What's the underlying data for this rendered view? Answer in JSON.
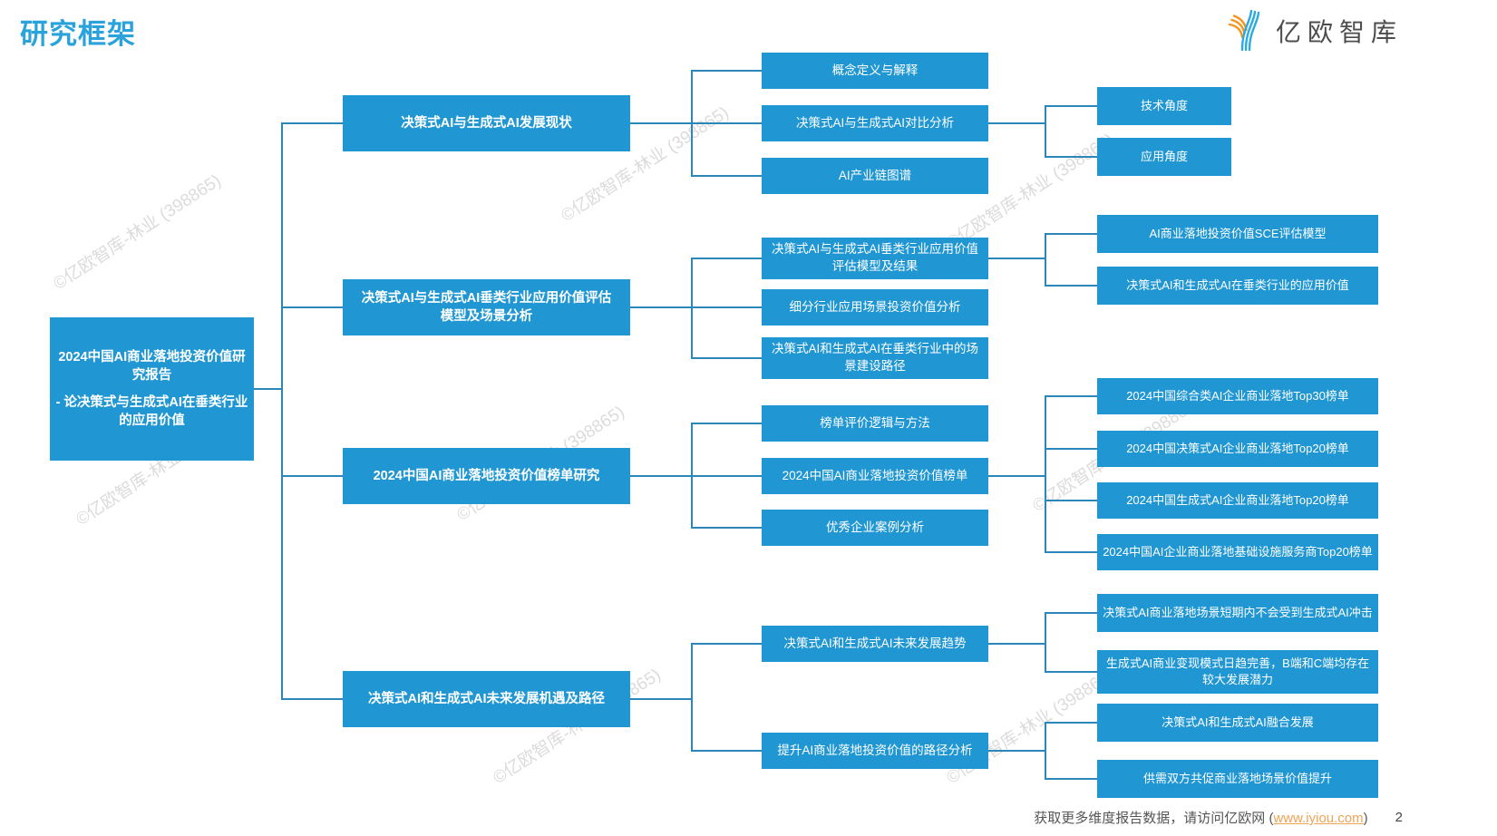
{
  "page": {
    "title": "研究框架",
    "logo": {
      "text": "亿欧智库"
    },
    "watermark": "©亿欧智库-林业 (398865)",
    "footer": {
      "prefix": "获取更多维度报告数据，请访问亿欧网 (",
      "link": "www.iyiou.com",
      "suffix": ")",
      "page_number": "2"
    }
  },
  "colors": {
    "box_blue": "#2097d3",
    "title_blue": "#2aa2dc",
    "connector_blue": "#2b87ba",
    "link_orange": "#f0a455",
    "logo_orange": "#f7941d",
    "logo_blue": "#29abe2"
  },
  "tree": {
    "root": {
      "title": "2024中国AI商业落地投资价值研究报告",
      "subtitle": "- 论决策式与生成式AI在垂类行业的应用价值"
    },
    "branches": [
      {
        "label": "决策式AI与生成式AI发展现状",
        "children": [
          {
            "label": "概念定义与解释"
          },
          {
            "label": "决策式AI与生成式AI对比分析",
            "children": [
              {
                "label": "技术角度"
              },
              {
                "label": "应用角度"
              }
            ]
          },
          {
            "label": "AI产业链图谱"
          }
        ]
      },
      {
        "label": "决策式AI与生成式AI垂类行业应用价值评估模型及场景分析",
        "children": [
          {
            "label": "决策式AI与生成式AI垂类行业应用价值评估模型及结果",
            "children": [
              {
                "label": "AI商业落地投资价值SCE评估模型"
              },
              {
                "label": "决策式AI和生成式AI在垂类行业的应用价值"
              }
            ]
          },
          {
            "label": "细分行业应用场景投资价值分析"
          },
          {
            "label": "决策式AI和生成式AI在垂类行业中的场景建设路径"
          }
        ]
      },
      {
        "label": "2024中国AI商业落地投资价值榜单研究",
        "children": [
          {
            "label": "榜单评价逻辑与方法"
          },
          {
            "label": "2024中国AI商业落地投资价值榜单",
            "children": [
              {
                "label": "2024中国综合类AI企业商业落地Top30榜单"
              },
              {
                "label": "2024中国决策式AI企业商业落地Top20榜单"
              },
              {
                "label": "2024中国生成式AI企业商业落地Top20榜单"
              },
              {
                "label": "2024中国AI企业商业落地基础设施服务商Top20榜单"
              }
            ]
          },
          {
            "label": "优秀企业案例分析"
          }
        ]
      },
      {
        "label": "决策式AI和生成式AI未来发展机遇及路径",
        "children": [
          {
            "label": "决策式AI和生成式AI未来发展趋势",
            "children": [
              {
                "label": "决策式AI商业落地场景短期内不会受到生成式AI冲击"
              },
              {
                "label": "生成式AI商业变现模式日趋完善，B端和C端均存在较大发展潜力"
              }
            ]
          },
          {
            "label": "提升AI商业落地投资价值的路径分析",
            "children": [
              {
                "label": "决策式AI和生成式AI融合发展"
              },
              {
                "label": "供需双方共促商业落地场景价值提升"
              }
            ]
          }
        ]
      }
    ]
  }
}
